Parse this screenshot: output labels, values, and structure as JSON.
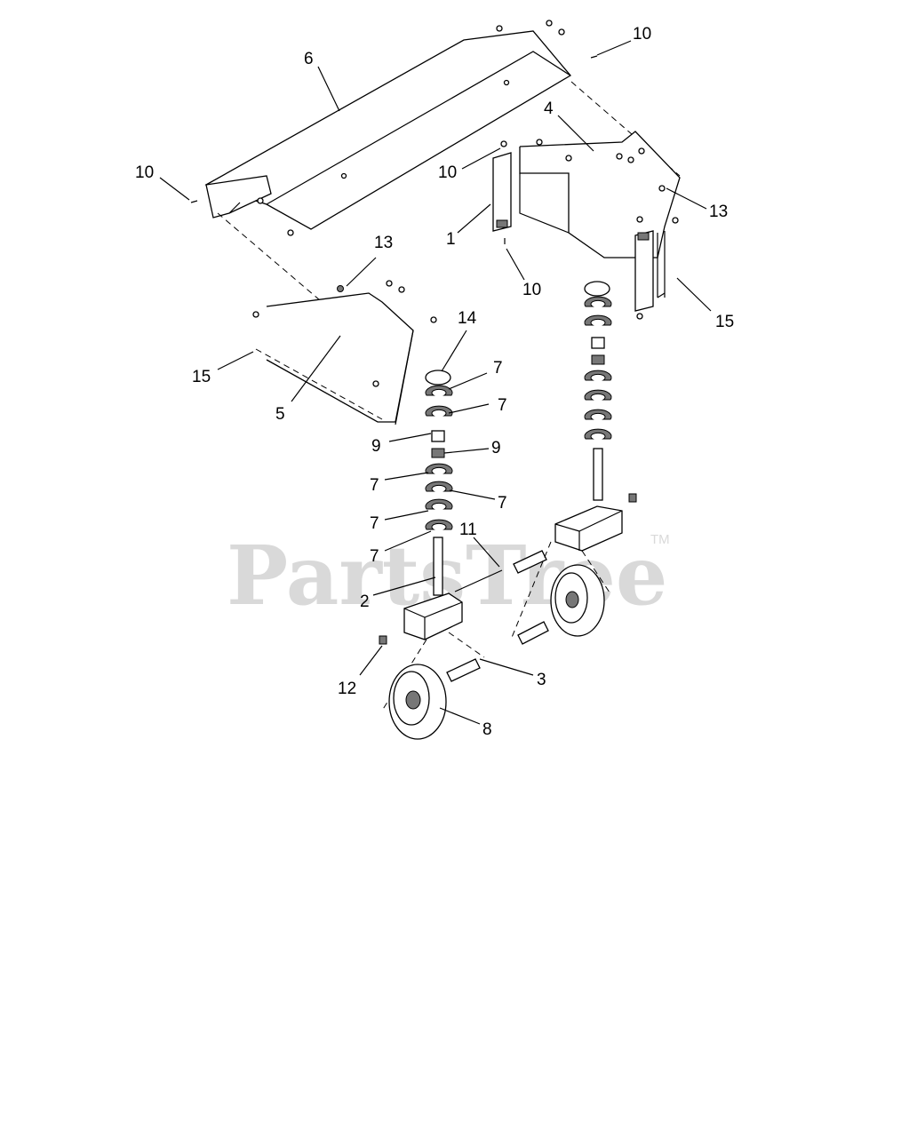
{
  "watermark": {
    "text": "PartsTree",
    "trademark": "TM"
  },
  "callouts": [
    {
      "id": "c6",
      "label": "6"
    },
    {
      "id": "c10a",
      "label": "10"
    },
    {
      "id": "c4",
      "label": "4"
    },
    {
      "id": "c10b",
      "label": "10"
    },
    {
      "id": "c10c",
      "label": "10"
    },
    {
      "id": "c13a",
      "label": "13"
    },
    {
      "id": "c1",
      "label": "1"
    },
    {
      "id": "c10d",
      "label": "10"
    },
    {
      "id": "c13b",
      "label": "13"
    },
    {
      "id": "c15a",
      "label": "15"
    },
    {
      "id": "c14",
      "label": "14"
    },
    {
      "id": "c15b",
      "label": "15"
    },
    {
      "id": "c5",
      "label": "5"
    },
    {
      "id": "c7a",
      "label": "7"
    },
    {
      "id": "c7b",
      "label": "7"
    },
    {
      "id": "c9a",
      "label": "9"
    },
    {
      "id": "c9b",
      "label": "9"
    },
    {
      "id": "c7c",
      "label": "7"
    },
    {
      "id": "c7d",
      "label": "7"
    },
    {
      "id": "c7e",
      "label": "7"
    },
    {
      "id": "c7f",
      "label": "7"
    },
    {
      "id": "c11",
      "label": "11"
    },
    {
      "id": "c2",
      "label": "2"
    },
    {
      "id": "c3",
      "label": "3"
    },
    {
      "id": "c12",
      "label": "12"
    },
    {
      "id": "c8",
      "label": "8"
    }
  ]
}
